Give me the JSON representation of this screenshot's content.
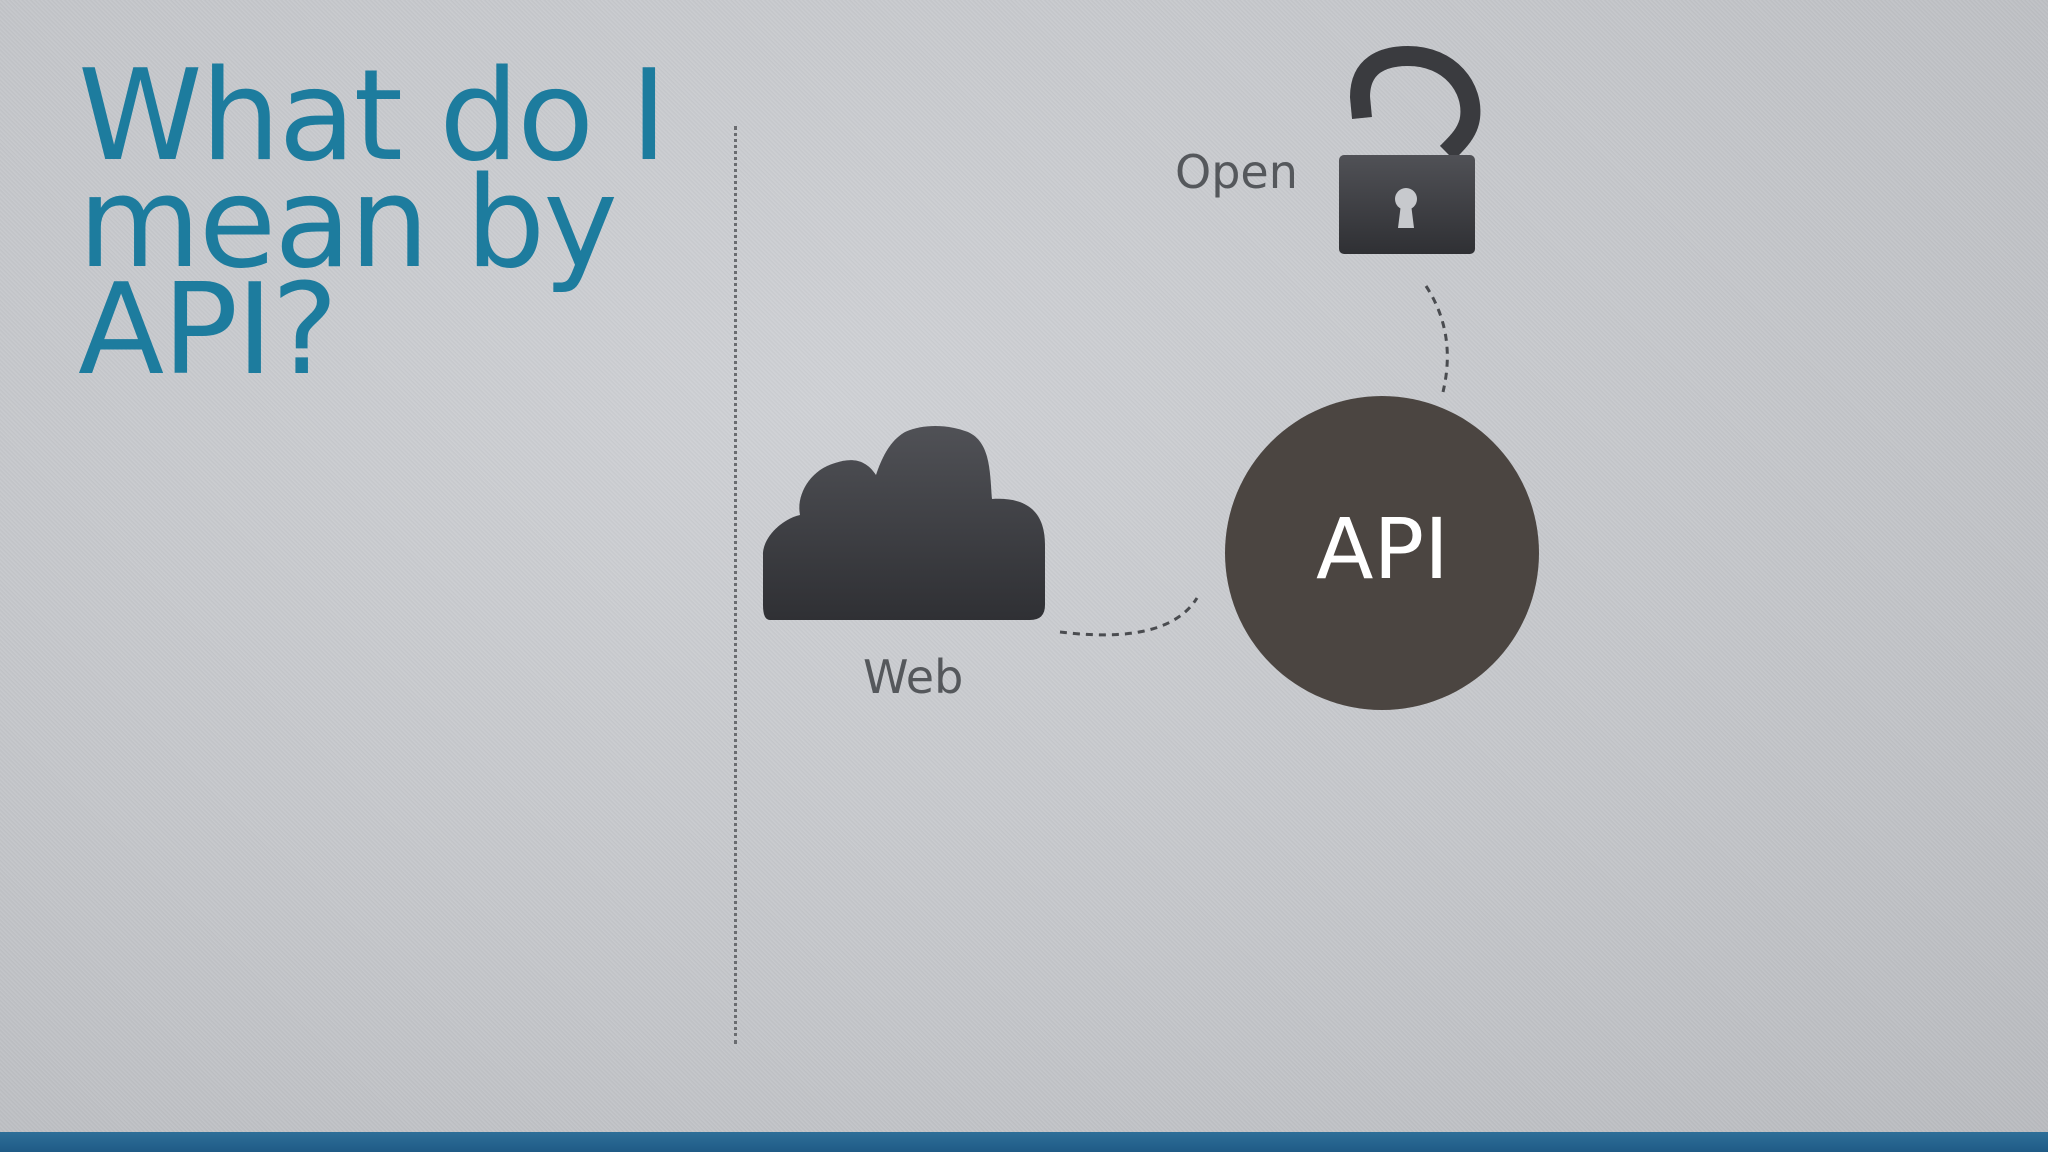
{
  "slide": {
    "title": "What do I\nmean by\nAPI?"
  },
  "diagram": {
    "hub_label": "API",
    "nodes": [
      {
        "label": "Open",
        "icon": "unlocked-padlock-icon"
      },
      {
        "label": "Web",
        "icon": "cloud-icon"
      }
    ]
  },
  "colors": {
    "title": "#1d7c9e",
    "hub_fill": "#4b4541",
    "icon_fill": "#3a3b3f",
    "label_text": "#55585c",
    "bottom_bar": "#2a6a94"
  }
}
